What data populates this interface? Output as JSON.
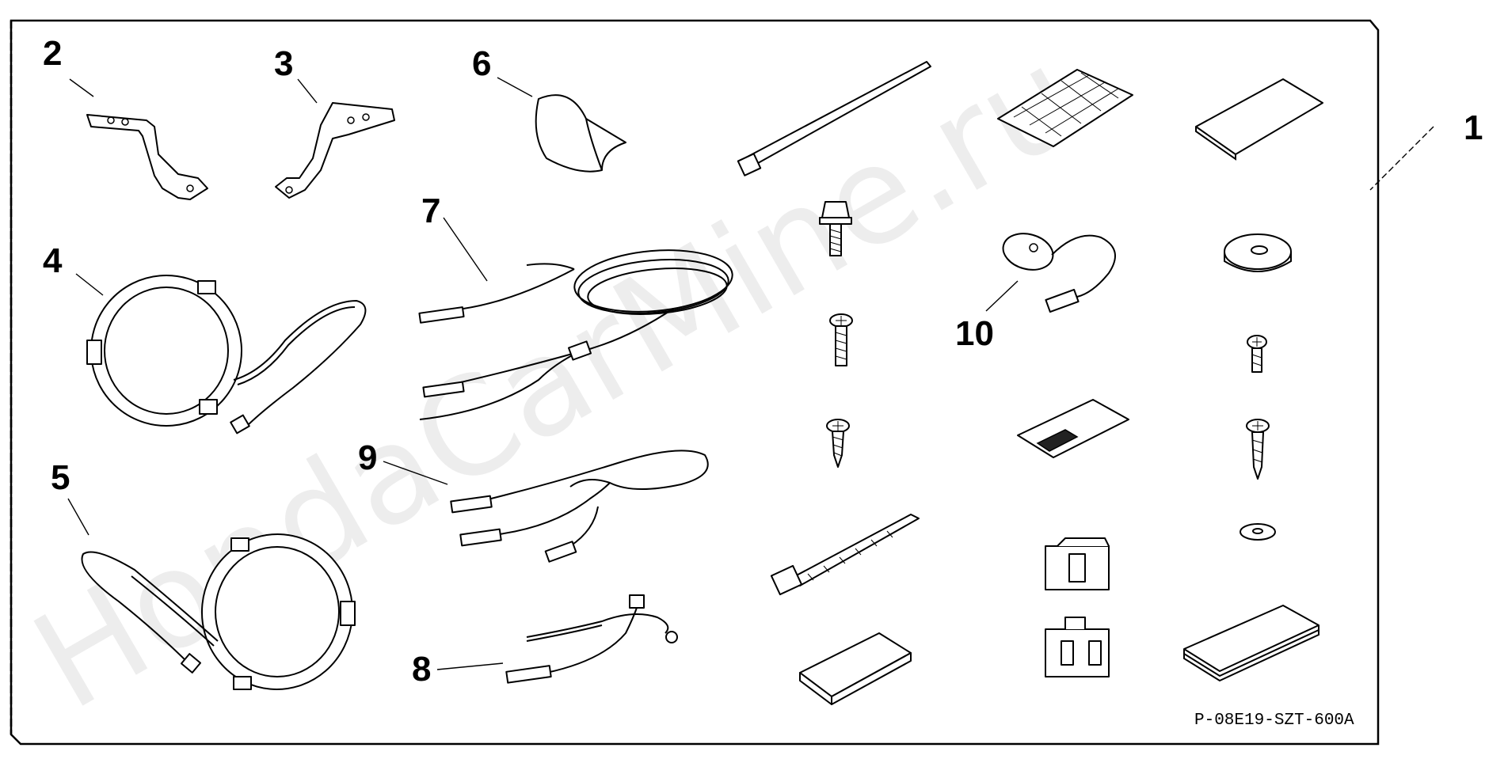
{
  "diagram": {
    "part_code": "P-08E19-SZT-600A",
    "watermark": "HondaCarMine.ru",
    "callouts": [
      "1",
      "2",
      "3",
      "4",
      "5",
      "6",
      "7",
      "8",
      "9",
      "10"
    ]
  }
}
